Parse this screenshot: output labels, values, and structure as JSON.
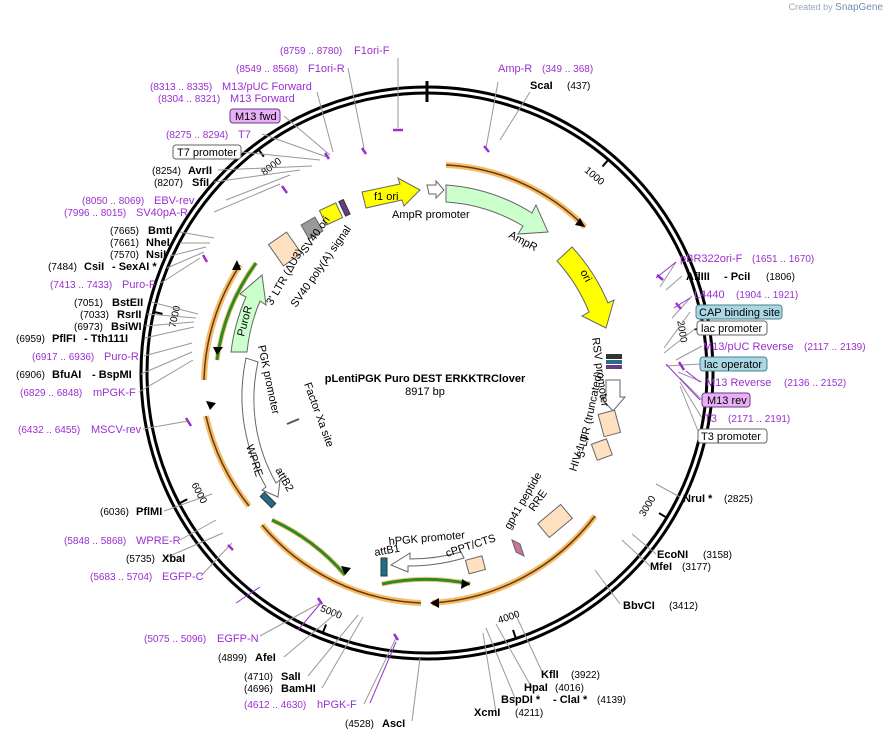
{
  "watermark": {
    "prefix": "Created by",
    "brand": "SnapGene"
  },
  "plasmid": {
    "name": "pLentiPGK Puro DEST ERKKTRClover",
    "length_label": "8917 bp",
    "length": 8917
  },
  "colors": {
    "primer": "#9a2fd0",
    "ori": "#ffff00",
    "ampr": "#ccffcc",
    "ltr": "#ffe0c0",
    "green_arrow": "#2e8b22",
    "orange_glow": "#f0a030",
    "cap_site": "#a9d7e3",
    "lac_operator": "#a9d7e3",
    "primer_box": "#e8b0f5"
  },
  "ticks": [
    {
      "label": "1000",
      "pos": 1000
    },
    {
      "label": "2000",
      "pos": 2000
    },
    {
      "label": "3000",
      "pos": 3000
    },
    {
      "label": "4000",
      "pos": 4000
    },
    {
      "label": "5000",
      "pos": 5000
    },
    {
      "label": "6000",
      "pos": 6000
    },
    {
      "label": "7000",
      "pos": 7000
    },
    {
      "label": "8000",
      "pos": 8000
    }
  ],
  "primer_labels": [
    {
      "range": "(8759 .. 8780)",
      "name": "F1ori-F"
    },
    {
      "range": "(8549 .. 8568)",
      "name": "F1ori-R"
    },
    {
      "range": "(8313 .. 8335)",
      "name": "M13/pUC Forward"
    },
    {
      "range": "(8304 .. 8321)",
      "name": "M13 Forward"
    },
    {
      "boxed": "M13 fwd"
    },
    {
      "range": "(8275 .. 8294)",
      "name": "T7"
    },
    {
      "range": "(8050 .. 8069)",
      "name": "EBV-rev"
    },
    {
      "range": "(7996 .. 8015)",
      "name": "SV40pA-R"
    },
    {
      "range": "(7413 .. 7433)",
      "name": "Puro-F"
    },
    {
      "range": "(6917 .. 6936)",
      "name": "Puro-R"
    },
    {
      "range": "(6829 .. 6848)",
      "name": "mPGK-F"
    },
    {
      "range": "(6432 .. 6455)",
      "name": "MSCV-rev"
    },
    {
      "range": "(5848 .. 5868)",
      "name": "WPRE-R"
    },
    {
      "range": "(5683 .. 5704)",
      "name": "EGFP-C"
    },
    {
      "range": "(5075 .. 5096)",
      "name": "EGFP-N"
    },
    {
      "range": "(4612 .. 4630)",
      "name": "hPGK-F"
    },
    {
      "range": "(349 .. 368)",
      "name": "Amp-R"
    },
    {
      "range": "(1651 .. 1670)",
      "name": "pBR322ori-F"
    },
    {
      "range": "(1904 .. 1921)",
      "name": "L4440"
    },
    {
      "range": "(2117 .. 2139)",
      "name": "M13/pUC Reverse"
    },
    {
      "range": "(2136 .. 2152)",
      "name": "M13 Reverse"
    },
    {
      "boxed": "M13 rev"
    },
    {
      "range": "(2171 .. 2191)",
      "name": "T3"
    }
  ],
  "feature_boxes": [
    {
      "label": "T7 promoter"
    },
    {
      "label": "CAP binding site"
    },
    {
      "label": "lac promoter"
    },
    {
      "label": "lac operator"
    },
    {
      "label": "T3 promoter"
    }
  ],
  "enzymes": [
    {
      "pos": "(8254)",
      "name": "AvrII"
    },
    {
      "pos": "(8207)",
      "name": "SfiI"
    },
    {
      "pos": "(7665)",
      "name": "BmtI"
    },
    {
      "pos": "(7661)",
      "name": "NheI"
    },
    {
      "pos": "(7570)",
      "name": "NsiI"
    },
    {
      "pos": "(7484)",
      "name": "CsiI",
      "name2": "- SexAI *"
    },
    {
      "pos": "(7051)",
      "name": "BstEII"
    },
    {
      "pos": "(7033)",
      "name": "RsrII"
    },
    {
      "pos": "(6973)",
      "name": "BsiWI"
    },
    {
      "pos": "(6959)",
      "name": "PflFI",
      "name2": "- Tth111I"
    },
    {
      "pos": "(6906)",
      "name": "BfuAI",
      "name2": "- BspMI"
    },
    {
      "pos": "(6036)",
      "name": "PflMI"
    },
    {
      "pos": "(5735)",
      "name": "XbaI"
    },
    {
      "pos": "(4899)",
      "name": "AfeI"
    },
    {
      "pos": "(4710)",
      "name": "SalI"
    },
    {
      "pos": "(4696)",
      "name": "BamHI"
    },
    {
      "pos": "(4528)",
      "name": "AscI"
    },
    {
      "name": "ScaI",
      "pos": "(437)"
    },
    {
      "name": "AflIII",
      "name2": "- PciI",
      "pos": "(1806)"
    },
    {
      "name": "NruI *",
      "pos": "(2825)"
    },
    {
      "name": "EcoNI",
      "pos": "(3158)"
    },
    {
      "name": "MfeI",
      "pos": "(3177)"
    },
    {
      "name": "BbvCI",
      "pos": "(3412)"
    },
    {
      "name": "KflI",
      "pos": "(3922)"
    },
    {
      "name": "HpaI",
      "pos": "(4016)"
    },
    {
      "name": "BspDI *",
      "name2": "- ClaI *",
      "pos": "(4139)"
    },
    {
      "name": "XcmI",
      "pos": "(4211)"
    }
  ],
  "features": [
    {
      "label": "f1 ori"
    },
    {
      "label": "AmpR promoter"
    },
    {
      "label": "AmpR"
    },
    {
      "label": "ori"
    },
    {
      "label": "RSV promoter"
    },
    {
      "label": "5' LTR (truncated)"
    },
    {
      "label": "HIV-1 ψ"
    },
    {
      "label": "RRE"
    },
    {
      "label": "gp41 peptide"
    },
    {
      "label": "cPPT/CTS"
    },
    {
      "label": "hPGK promoter"
    },
    {
      "label": "attB1"
    },
    {
      "label": "Factor Xa site"
    },
    {
      "label": "attB2"
    },
    {
      "label": "WPRE"
    },
    {
      "label": "PGK promoter"
    },
    {
      "label": "PuroR"
    },
    {
      "label": "3' LTR (ΔU3)"
    },
    {
      "label": "SV40 poly(A) signal"
    },
    {
      "label": "SV40 ori"
    }
  ]
}
